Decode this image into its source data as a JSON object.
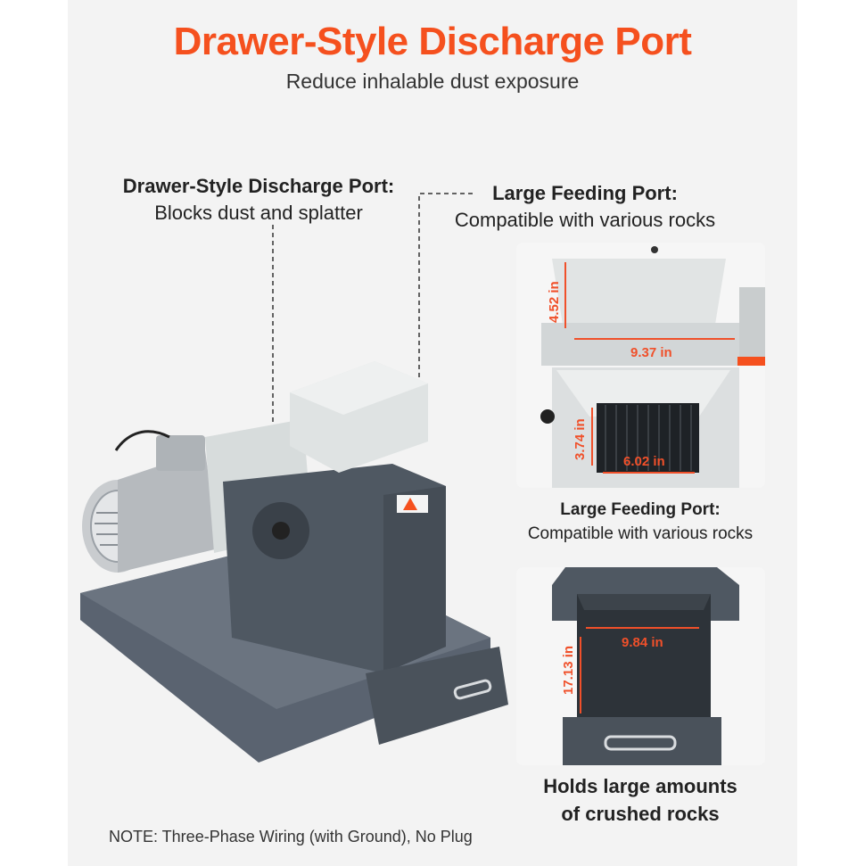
{
  "header": {
    "title": "Drawer-Style Discharge Port",
    "subtitle": "Reduce inhalable dust exposure"
  },
  "callout_left": {
    "heading": "Drawer-Style Discharge Port:",
    "text": "Blocks dust and splatter"
  },
  "callout_right": {
    "heading": "Large Feeding Port:",
    "text": "Compatible with various rocks"
  },
  "card_feed": {
    "dims": {
      "height_top": "4.52 in",
      "width_top": "9.37 in",
      "height_inner": "3.74 in",
      "width_inner": "6.02 in"
    },
    "caption_heading": "Large Feeding Port:",
    "caption_text": "Compatible with various rocks"
  },
  "card_drawer": {
    "dims": {
      "width": "9.84 in",
      "depth": "17.13 in"
    },
    "caption_line1": "Holds large amounts",
    "caption_line2": "of crushed rocks"
  },
  "note": "NOTE: Three-Phase Wiring (with Ground), No Plug",
  "colors": {
    "accent": "#f5501e",
    "machine_body": "#4f5862",
    "hopper": "#dfe3e3",
    "background": "#f3f3f3"
  }
}
